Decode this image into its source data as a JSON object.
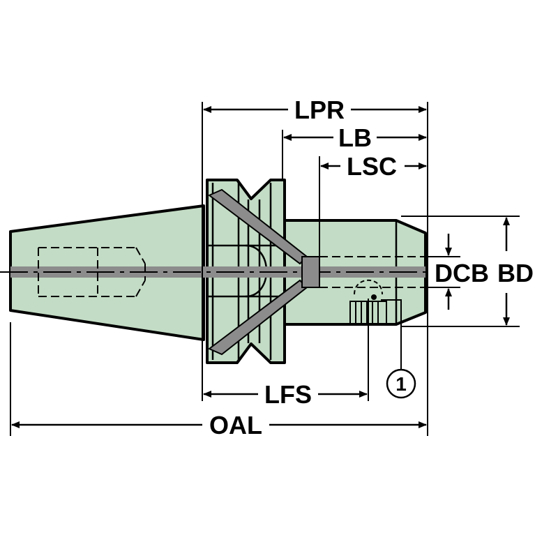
{
  "colors": {
    "body": "#c3dcc5",
    "outline": "#000000",
    "centerline": "#8c8c8c",
    "background": "#ffffff"
  },
  "labels": {
    "lpr": "LPR",
    "lb": "LB",
    "lsc": "LSC",
    "dcb": "DCB",
    "bd": "BD",
    "lfs": "LFS",
    "oal": "OAL",
    "callout": "1"
  }
}
